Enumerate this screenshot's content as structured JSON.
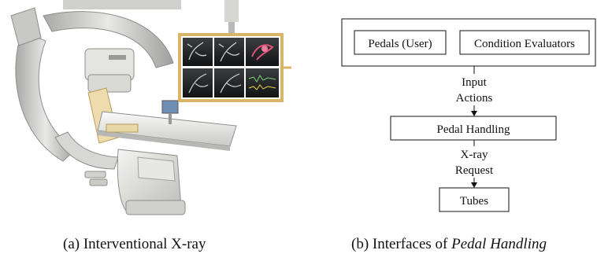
{
  "panel_a": {
    "caption_label": "(a)",
    "caption_text": "Interventional X-ray",
    "image_description_icon": "xray-machine-illustration"
  },
  "panel_b": {
    "caption_label": "(b)",
    "caption_prefix": "Interfaces of",
    "caption_emph": "Pedal Handling",
    "nodes": {
      "pedals": "Pedals (User)",
      "evaluators": "Condition Evaluators",
      "pedal_handling": "Pedal Handling",
      "tubes": "Tubes"
    },
    "edges": {
      "input_actions_line1": "Input",
      "input_actions_line2": "Actions",
      "xray_request_line1": "X-ray",
      "xray_request_line2": "Request"
    }
  },
  "colors": {
    "stroke": "#111111",
    "monitor_frame": "#d9b56a",
    "machine_body": "#e9e9e7"
  }
}
